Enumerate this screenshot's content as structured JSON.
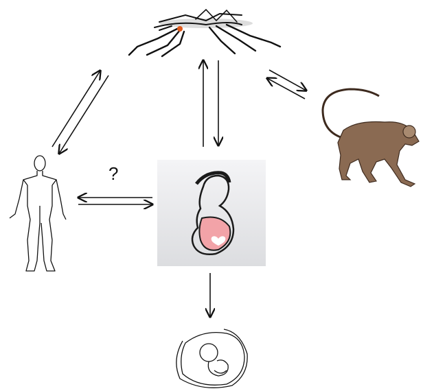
{
  "diagram": {
    "nodes": [
      {
        "id": "mosquito",
        "icon": "mosquito-icon"
      },
      {
        "id": "human",
        "icon": "human-figure-icon"
      },
      {
        "id": "monkey",
        "icon": "monkey-icon"
      },
      {
        "id": "pregnant_woman",
        "icon": "pregnant-woman-icon"
      },
      {
        "id": "fetus",
        "icon": "fetus-icon"
      }
    ],
    "edges": [
      {
        "from": "mosquito",
        "to": "human",
        "bidirectional": true
      },
      {
        "from": "mosquito",
        "to": "pregnant_woman",
        "bidirectional": true
      },
      {
        "from": "mosquito",
        "to": "monkey",
        "bidirectional": true
      },
      {
        "from": "pregnant_woman",
        "to": "human",
        "bidirectional": true,
        "label": "?"
      },
      {
        "from": "pregnant_woman",
        "to": "fetus",
        "bidirectional": false
      }
    ],
    "question_label": "?",
    "colors": {
      "ink": "#111111",
      "heart_pink": "#f2a3a8",
      "monkey_brown": "#7a5a44",
      "mosquito_eye": "#e05a1c"
    }
  }
}
